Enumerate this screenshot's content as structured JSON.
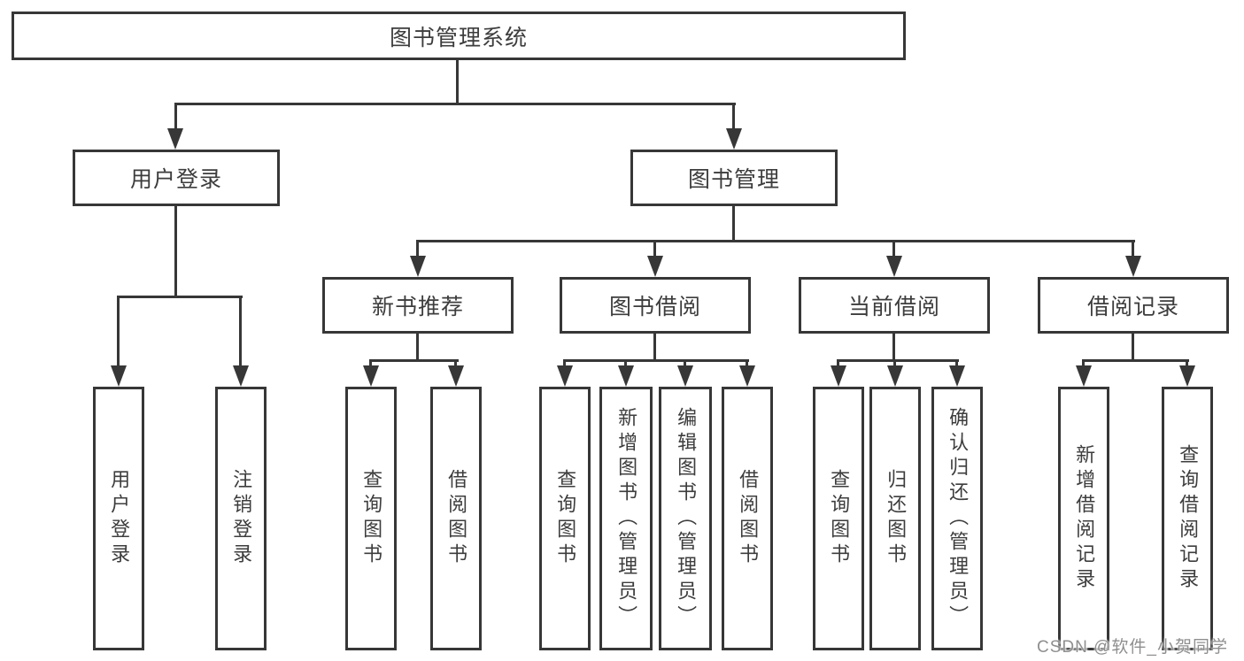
{
  "diagram": {
    "root": {
      "label": "图书管理系统"
    },
    "branches": [
      {
        "label": "用户登录",
        "children": [
          {
            "label": "用户登录"
          },
          {
            "label": "注销登录"
          }
        ]
      },
      {
        "label": "图书管理",
        "children": [
          {
            "label": "新书推荐",
            "children": [
              {
                "label": "查询图书"
              },
              {
                "label": "借阅图书"
              }
            ]
          },
          {
            "label": "图书借阅",
            "children": [
              {
                "label": "查询图书"
              },
              {
                "label": "新增图书（管理员）"
              },
              {
                "label": "编辑图书（管理员）"
              },
              {
                "label": "借阅图书"
              }
            ]
          },
          {
            "label": "当前借阅",
            "children": [
              {
                "label": "查询图书"
              },
              {
                "label": "归还图书"
              },
              {
                "label": "确认归还（管理员）"
              }
            ]
          },
          {
            "label": "借阅记录",
            "children": [
              {
                "label": "新增借阅记录"
              },
              {
                "label": "查询借阅记录"
              }
            ]
          }
        ]
      }
    ]
  },
  "watermark": {
    "text": "CSDN @软件_小贺同学"
  },
  "colors": {
    "line": "#373737",
    "text": "#3d3d3d",
    "watermark": "#8f8f8f",
    "background": "#ffffff"
  }
}
